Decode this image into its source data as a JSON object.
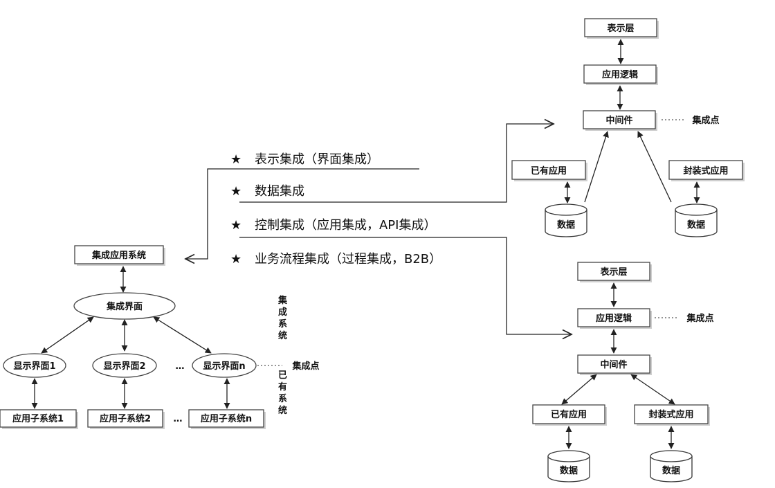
{
  "integration_types": {
    "items": [
      {
        "star": "★",
        "label": "表示集成（界面集成）"
      },
      {
        "star": "★",
        "label": "数据集成"
      },
      {
        "star": "★",
        "label": "控制集成（应用集成，API集成）"
      },
      {
        "star": "★",
        "label": "业务流程集成（过程集成，B2B）"
      }
    ]
  },
  "left_diagram": {
    "top_box": "集成应用系统",
    "center_ellipse": "集成界面",
    "displays": [
      "显示界面1",
      "显示界面2",
      "显示界面n"
    ],
    "apps": [
      "应用子系统1",
      "应用子系统2",
      "应用子系统n"
    ],
    "ellipsis": "…",
    "integration_point": "集成点",
    "side_label_top": "集成系统",
    "side_label_bottom": "已有系统"
  },
  "right_top_diagram": {
    "presentation": "表示层",
    "app_logic": "应用逻辑",
    "middleware": "中间件",
    "integration_point": "集成点",
    "existing_app": "已有应用",
    "wrapped_app": "封装式应用",
    "data_left": "数据",
    "data_right": "数据"
  },
  "right_bottom_diagram": {
    "presentation": "表示层",
    "app_logic": "应用逻辑",
    "middleware": "中间件",
    "integration_point": "集成点",
    "existing_app": "已有应用",
    "wrapped_app": "封装式应用",
    "data_left": "数据",
    "data_right": "数据"
  }
}
